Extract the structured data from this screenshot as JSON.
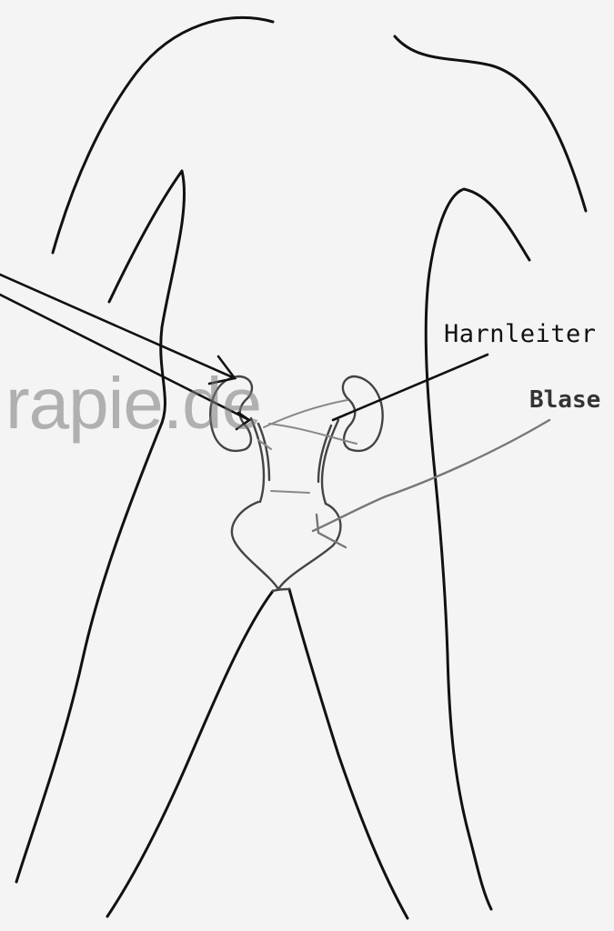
{
  "labels": {
    "ureter": "Harnleiter",
    "bladder": "Blase"
  },
  "watermark": {
    "text": "rapie.de"
  },
  "colors": {
    "background": "#f4f4f4",
    "outline": "#111111",
    "organs": "#444444",
    "watermark": "#8a8a8a"
  }
}
